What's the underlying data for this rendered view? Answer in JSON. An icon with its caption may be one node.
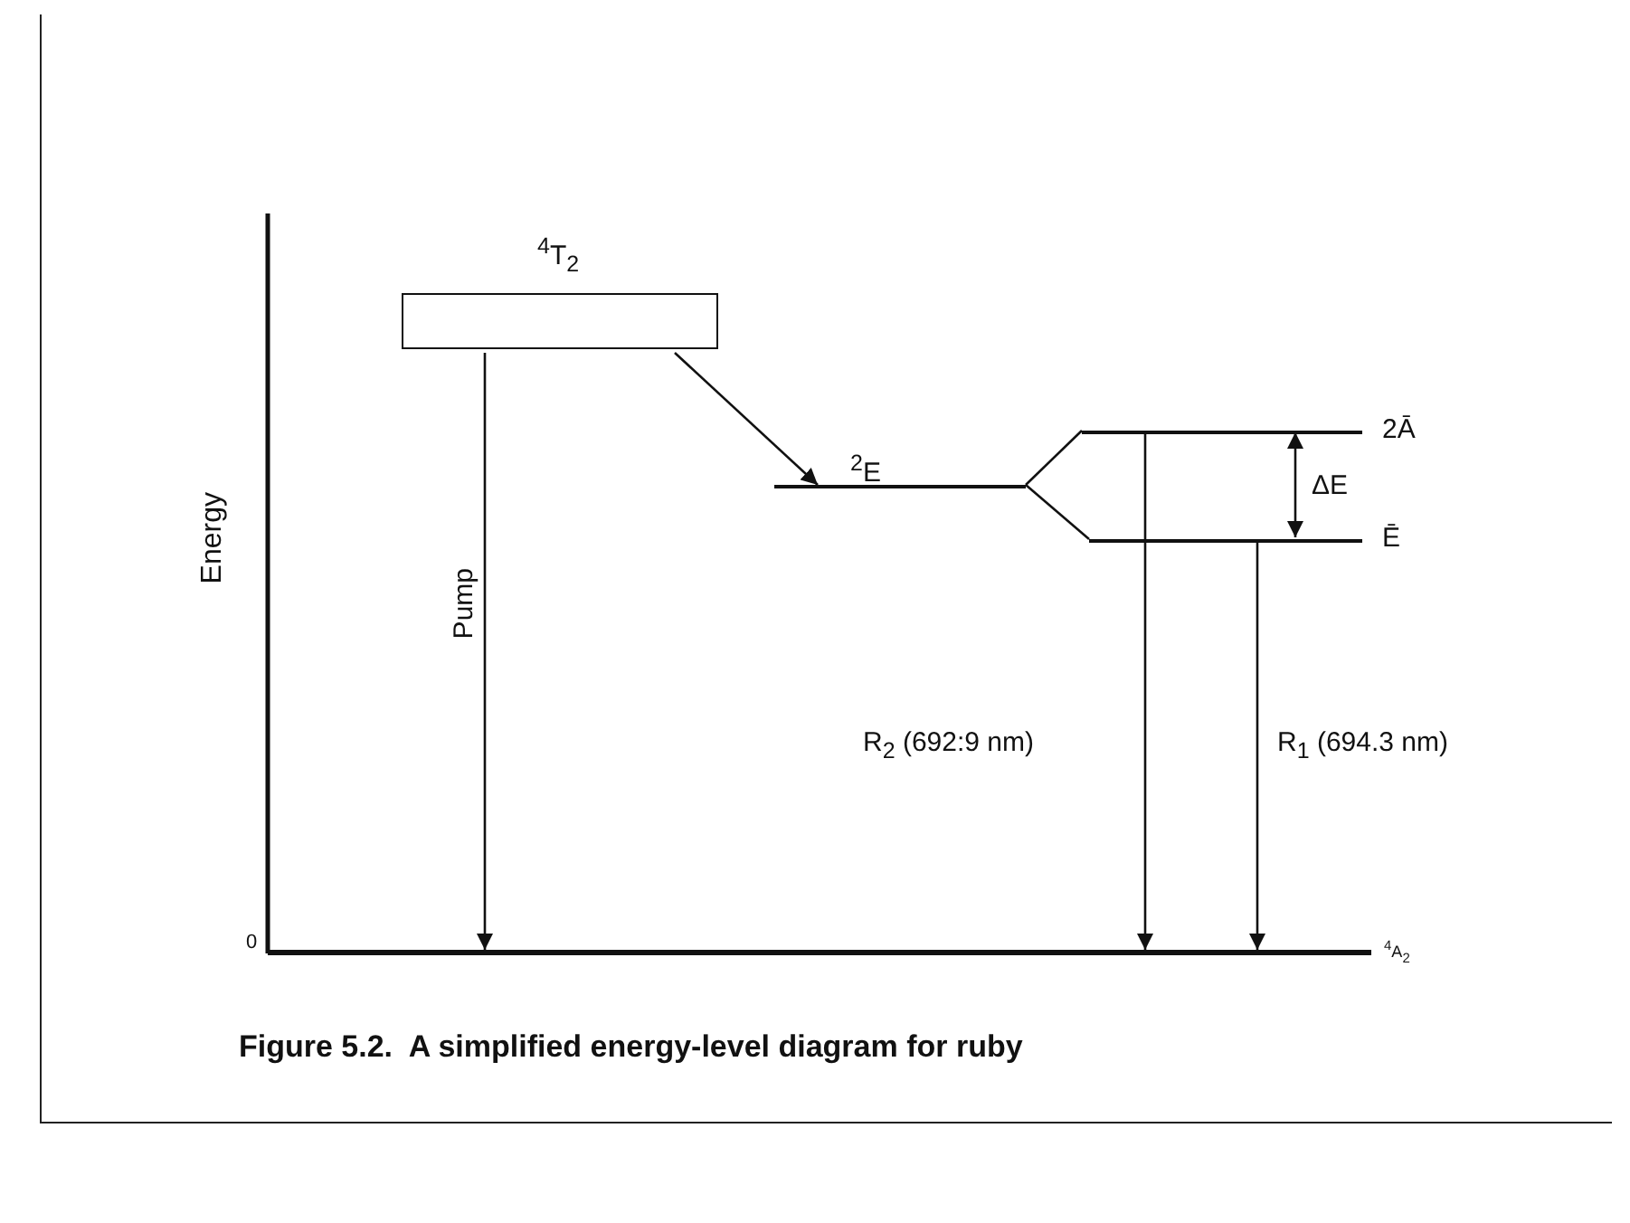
{
  "diagram": {
    "caption": "Figure 5.2.  A simplified energy-level diagram for ruby",
    "nodes": [
      {
        "text": [
          "$^{4}$T$_{2}$"
        ]
      },
      {
        "text": [
          "$^{2}$E"
        ]
      },
      {
        "text": [
          "2Ā"
        ]
      },
      {
        "text": [
          "Ē"
        ]
      },
      {
        "text": [
          "$^{4}$A$_{2}$"
        ]
      }
    ],
    "edges": [
      {
        "from": 0,
        "to": 4,
        "arrow": "to",
        "label": "Pump"
      },
      {
        "from": 0,
        "to": 1,
        "arrow": "to"
      },
      {
        "from": 1,
        "to": 2,
        "arrow": "none"
      },
      {
        "from": 1,
        "to": 3,
        "arrow": "none"
      },
      {
        "from": 2,
        "to": 4,
        "arrow": "to",
        "label": "R$_{2}$ (692:9 nm)"
      },
      {
        "from": 3,
        "to": 4,
        "arrow": "to",
        "label": "R$_{1}$ (694.3 nm)"
      },
      {
        "from": 2,
        "to": 3,
        "arrow": "both",
        "label": "ΔE"
      }
    ],
    "labels": [
      "Energy",
      "0"
    ]
  }
}
